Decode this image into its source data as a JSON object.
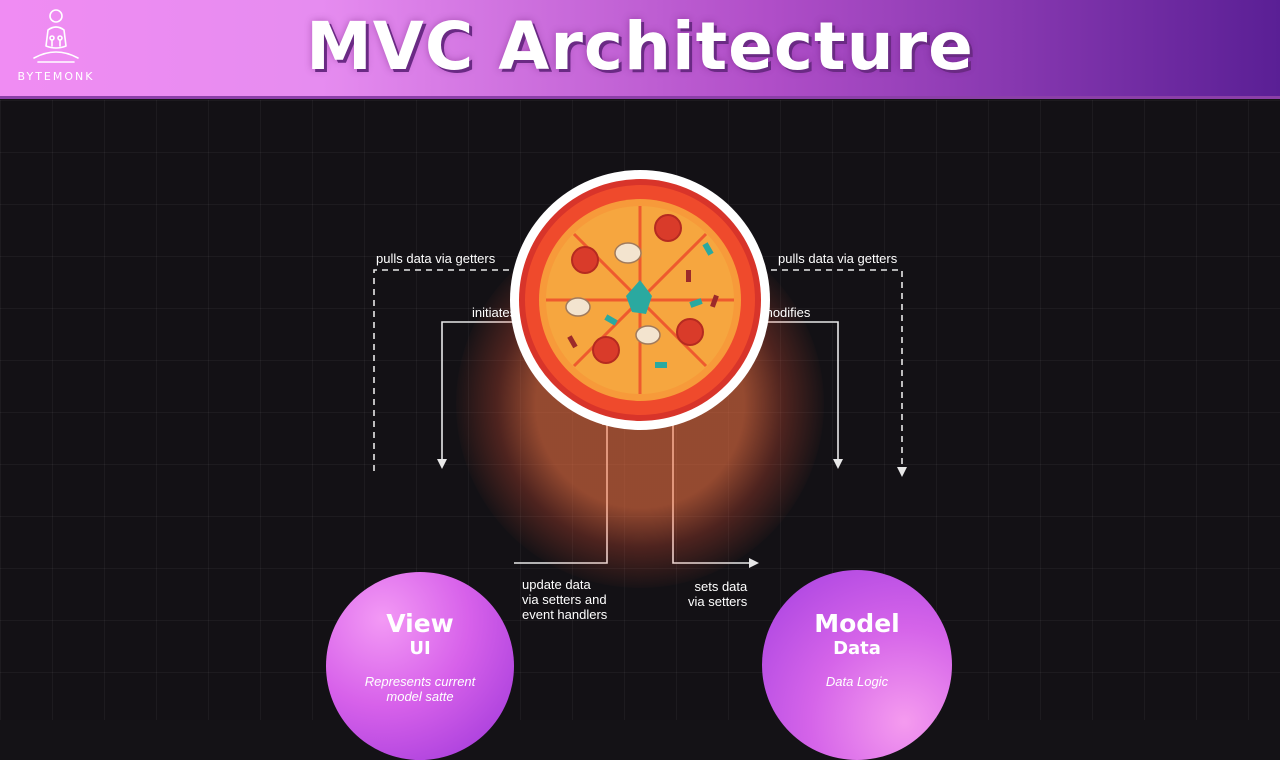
{
  "header": {
    "title": "MVC Architecture",
    "brand": "BYTEMONK"
  },
  "diagram": {
    "center_icon": "pizza-icon",
    "labels": {
      "pulls_left": "pulls data via getters",
      "pulls_right": "pulls data via getters",
      "initiates": "initiates",
      "modifies": "modifies",
      "update": "update data\nvia setters and\nevent handlers",
      "sets": "sets data\nvia setters"
    },
    "view": {
      "title": "View",
      "subtitle": "UI",
      "description": "Represents current\nmodel satte"
    },
    "model": {
      "title": "Model",
      "subtitle": "Data",
      "description": "Data Logic"
    }
  },
  "colors": {
    "banner_start": "#f08cf3",
    "banner_end": "#5a1f95",
    "node_purple": "#c050e6",
    "connector": "#e8e8e8",
    "background": "#131115"
  }
}
